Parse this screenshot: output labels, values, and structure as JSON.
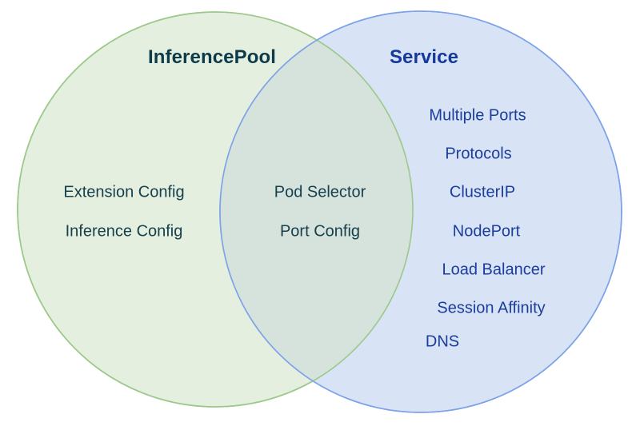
{
  "diagram": {
    "type": "venn",
    "background": "#ffffff",
    "left_circle": {
      "title": "InferencePool",
      "title_color": "#0d3b49",
      "fill": "#e4efdf",
      "stroke": "#9cc88a",
      "text_color": "#17404c",
      "items": [
        "Extension Config",
        "Inference Config"
      ]
    },
    "right_circle": {
      "title": "Service",
      "title_color": "#16399c",
      "fill": "#d8e3f5",
      "stroke": "#7ca2e8",
      "text_color": "#1b3d9e",
      "items": [
        "Multiple Ports",
        "Protocols",
        "ClusterIP",
        "NodePort",
        "Load Balancer",
        "Session Affinity",
        "DNS"
      ]
    },
    "intersection": {
      "fill": "#d5e3dc",
      "text_color": "#17404c",
      "items": [
        "Pod Selector",
        "Port Config"
      ]
    }
  }
}
